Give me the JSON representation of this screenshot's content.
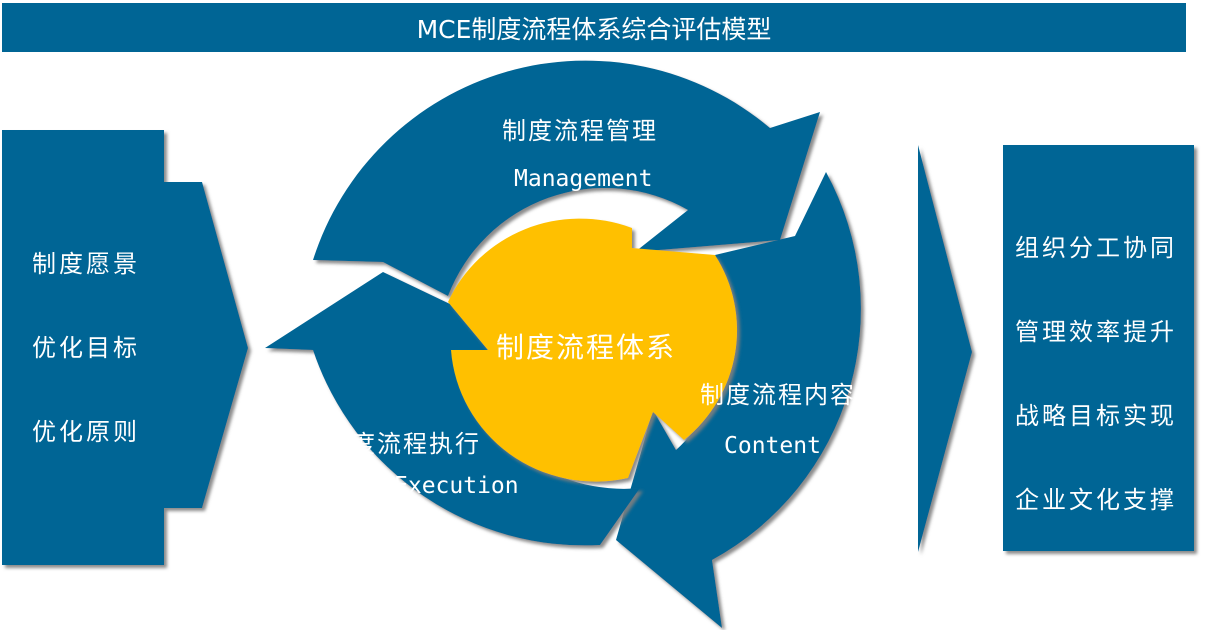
{
  "title": "MCE制度流程体系综合评估模型",
  "left_box": {
    "items": [
      "制度愿景",
      "优化目标",
      "优化原则"
    ]
  },
  "right_box": {
    "items": [
      "组织分工协同",
      "管理效率提升",
      "战略目标实现",
      "企业文化支撑"
    ]
  },
  "cycle": {
    "core_label": "制度流程体系",
    "management": {
      "cn": "制度流程管理",
      "en": "Management"
    },
    "content": {
      "cn": "制度流程内容",
      "en": "Content"
    },
    "execution": {
      "cn": "制度流程执行",
      "en": "Execution"
    }
  },
  "colors": {
    "primary_blue": "#006595",
    "core_yellow": "#FFC000",
    "shadow_gray": "#808080",
    "text": "#FFFFFF"
  }
}
